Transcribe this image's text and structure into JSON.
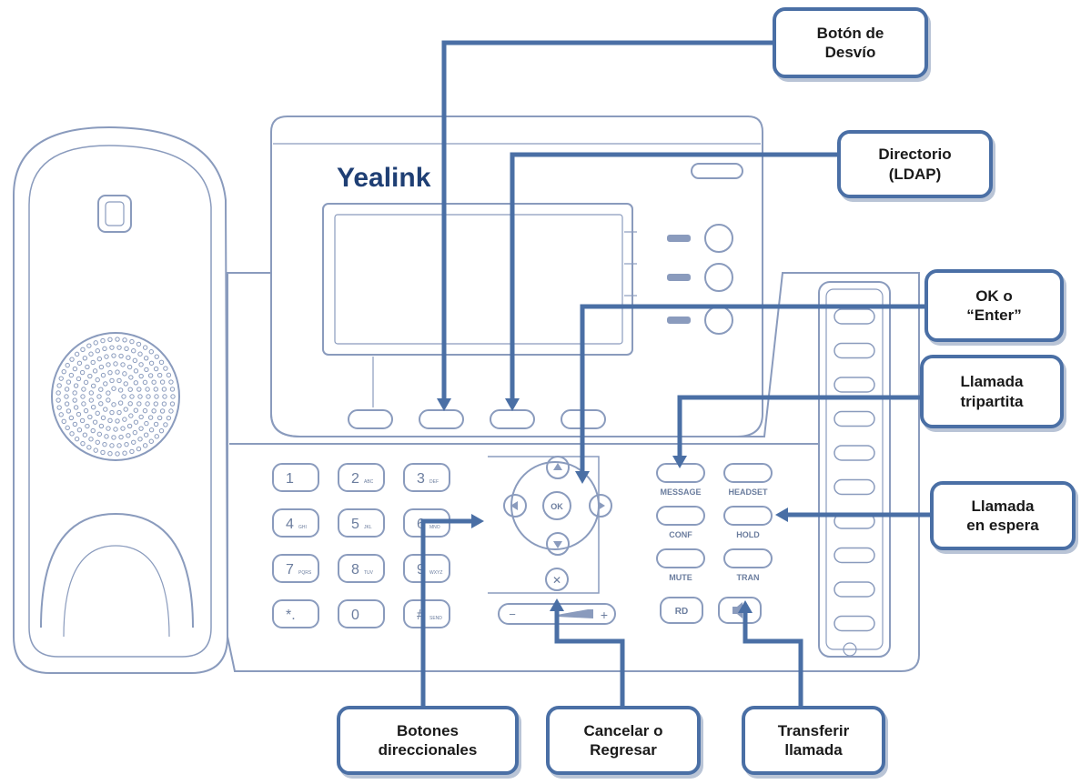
{
  "brand": {
    "logo": "Yealink"
  },
  "keypad": {
    "keys": [
      {
        "main": "1",
        "sub": ""
      },
      {
        "main": "2",
        "sub": "ABC"
      },
      {
        "main": "3",
        "sub": "DEF"
      },
      {
        "main": "4",
        "sub": "GHI"
      },
      {
        "main": "5",
        "sub": "JKL"
      },
      {
        "main": "6",
        "sub": "MNO"
      },
      {
        "main": "7",
        "sub": "PQRS"
      },
      {
        "main": "8",
        "sub": "TUV"
      },
      {
        "main": "9",
        "sub": "WXYZ"
      },
      {
        "main": "*.",
        "sub": ""
      },
      {
        "main": "0",
        "sub": ""
      },
      {
        "main": "#",
        "sub": "SEND"
      }
    ]
  },
  "nav": {
    "ok_label": "OK",
    "cancel_label": "✕"
  },
  "function_keys": {
    "message": "MESSAGE",
    "headset": "HEADSET",
    "conf": "CONF",
    "hold": "HOLD",
    "mute": "MUTE",
    "tran": "TRAN",
    "rd": "RD"
  },
  "volume": {
    "minus": "−",
    "plus": "+"
  },
  "callouts": {
    "desvio": "Botón de\nDesvío",
    "directorio": "Directorio\n(LDAP)",
    "ok": "OK o\n“Enter”",
    "tripartita": "Llamada\ntripartita",
    "espera": "Llamada\nen espera",
    "direccionales": "Botones\ndireccionales",
    "cancelar": "Cancelar o\nRegresar",
    "transferir": "Transferir\nllamada"
  },
  "colors": {
    "outline": "#8a9bbd",
    "accent": "#4a6fa5"
  }
}
